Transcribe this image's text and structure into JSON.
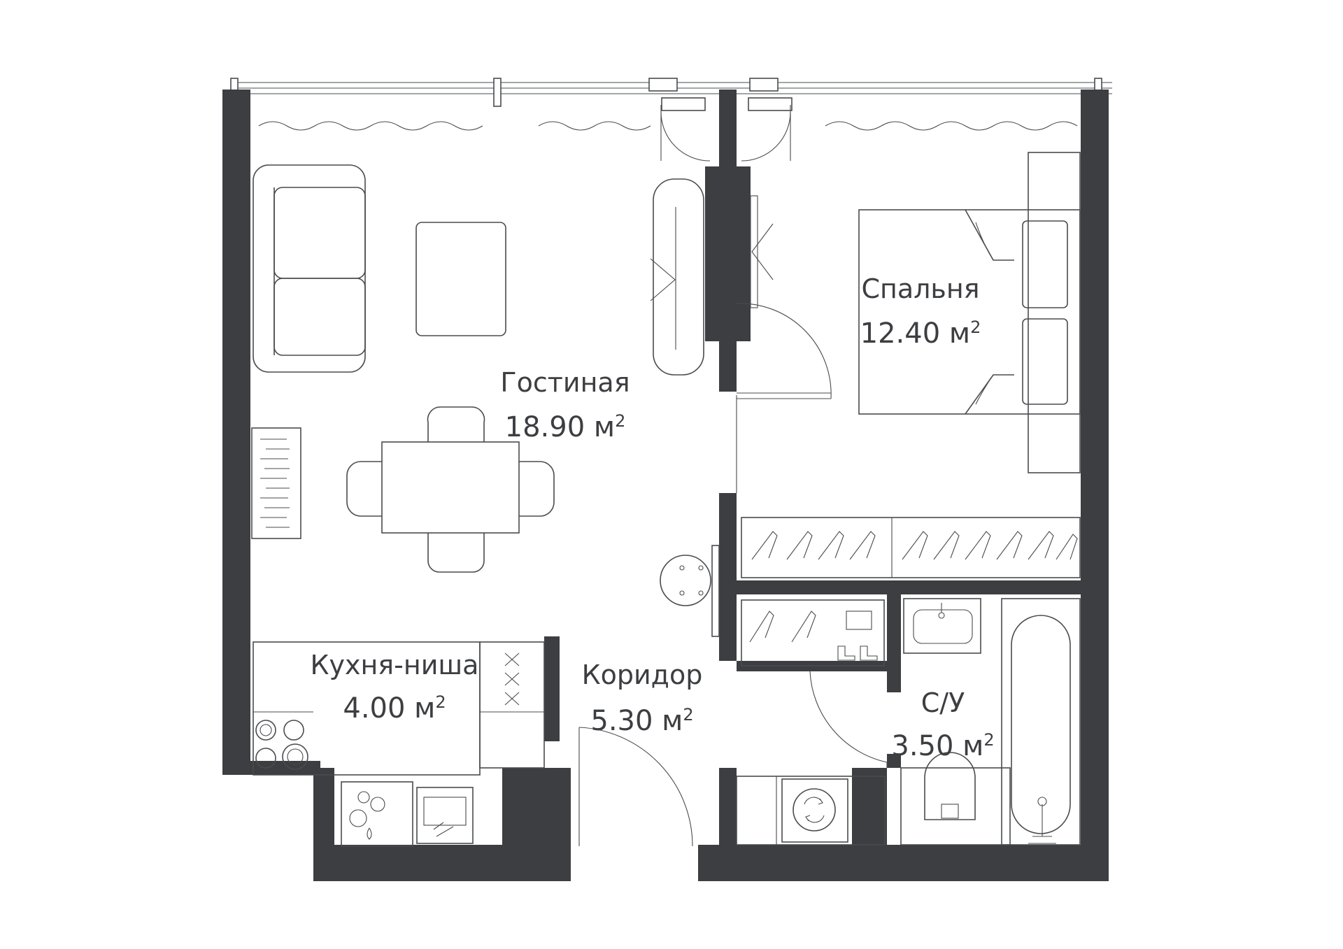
{
  "colors": {
    "wall": "#3d3e41",
    "line": "#4a4b4e",
    "background": "#ffffff"
  },
  "rooms": {
    "living": {
      "name": "Гостиная",
      "area": "18.90 м",
      "unit_sup": "2"
    },
    "bedroom": {
      "name": "Спальня",
      "area": "12.40 м",
      "unit_sup": "2"
    },
    "kitchen": {
      "name": "Кухня-ниша",
      "area": "4.00 м",
      "unit_sup": "2"
    },
    "corridor": {
      "name": "Коридор",
      "area": "5.30 м",
      "unit_sup": "2"
    },
    "bathroom": {
      "name": "С/У",
      "area": "3.50 м",
      "unit_sup": "2"
    }
  },
  "furniture_icons": [
    "sofa-icon",
    "coffee-table-icon",
    "tv-stand-icon",
    "dining-table-icon",
    "chair-icon",
    "bookshelf-icon",
    "bed-icon",
    "pillow-icon",
    "wardrobe-icon",
    "hanger-icon",
    "stove-icon",
    "sink-icon",
    "washing-machine-icon",
    "toilet-icon",
    "bathtub-icon",
    "door-swing-icon",
    "curtain-icon",
    "shoe-icon"
  ]
}
